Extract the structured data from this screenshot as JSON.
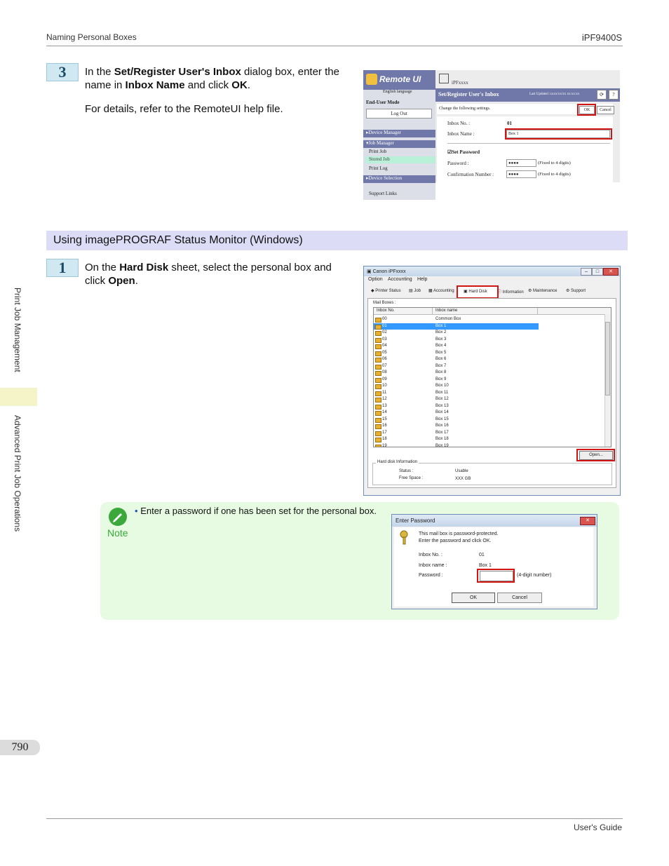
{
  "header": {
    "left": "Naming Personal Boxes",
    "right": "iPF9400S"
  },
  "footer": {
    "right": "User's Guide",
    "page_number": "790"
  },
  "side_tabs": {
    "top": "Print Job Management",
    "bottom": "Advanced Print Job Operations"
  },
  "step3": {
    "number": "3",
    "line1_pre": "In the ",
    "line1_bold": "Set/Register User's Inbox",
    "line1_post": " dialog box, enter the",
    "line2_pre": "name in ",
    "line2_bold": "Inbox Name",
    "line2_mid": " and click ",
    "line2_bold2": "OK",
    "line2_post": ".",
    "details": "For details, refer to the RemoteUI help file."
  },
  "remoteui": {
    "logo": "Remote UI",
    "printer": "iPFxxxx",
    "language": "English language",
    "mode": "End-User Mode",
    "logout": "Log Out",
    "nav": [
      "Device Manager",
      "Job Manager",
      "Print Job",
      "Stored Job",
      "Print Log",
      "Device Selection",
      "Support Links"
    ],
    "dialog_title": "Set/Register User's Inbox",
    "last_updated": "Last Updated :xxxx/xx/xx xx:xx:xx",
    "refresh": "⟳",
    "help": "?",
    "instruction": "Change the following settings.",
    "ok": "OK",
    "cancel": "Cancel",
    "inbox_no_label": "Inbox No. :",
    "inbox_no_value": "01",
    "inbox_name_label": "Inbox Name :",
    "inbox_name_value": "Box 1",
    "set_password": "Set Password",
    "password_label": "Password :",
    "password_value": "●●●●",
    "password_hint": "(Fixed to 4 digits)",
    "confirm_label": "Confirmation Number :",
    "confirm_value": "●●●●",
    "confirm_hint": "(Fixed to 4 digits)"
  },
  "section_title": "Using imagePROGRAF Status Monitor (Windows)",
  "step1": {
    "number": "1",
    "line1_pre": "On the ",
    "line1_bold": "Hard Disk",
    "line1_post": " sheet, select the personal box and",
    "line2_pre": "click ",
    "line2_bold": "Open",
    "line2_post": "."
  },
  "monitor": {
    "title": "Canon iPFxxxx",
    "menu": [
      "Option",
      "Accounting",
      "Help"
    ],
    "tabs": [
      "Printer Status",
      "Job",
      "Accounting",
      "Hard Disk",
      "Information",
      "Maintenance",
      "Support"
    ],
    "mailboxes_label": "Mail Boxes :",
    "columns": [
      "Inbox No.",
      "Inbox name"
    ],
    "rows": [
      [
        "00",
        "Common Box"
      ],
      [
        "01",
        "Box 1"
      ],
      [
        "02",
        "Box 2"
      ],
      [
        "03",
        "Box 3"
      ],
      [
        "04",
        "Box 4"
      ],
      [
        "05",
        "Box 5"
      ],
      [
        "06",
        "Box 6"
      ],
      [
        "07",
        "Box 7"
      ],
      [
        "08",
        "Box 8"
      ],
      [
        "09",
        "Box 9"
      ],
      [
        "10",
        "Box 10"
      ],
      [
        "11",
        "Box 11"
      ],
      [
        "12",
        "Box 12"
      ],
      [
        "13",
        "Box 13"
      ],
      [
        "14",
        "Box 14"
      ],
      [
        "15",
        "Box 15"
      ],
      [
        "16",
        "Box 16"
      ],
      [
        "17",
        "Box 17"
      ],
      [
        "18",
        "Box 18"
      ],
      [
        "19",
        "Box 19"
      ]
    ],
    "open_button": "Open...",
    "hd_info_label": "Hard disk Information",
    "status_label": "Status :",
    "status_value": "Usable",
    "free_label": "Free Space :",
    "free_value": "XXX GB"
  },
  "note": {
    "label": "Note",
    "text": "Enter a password if one has been set for the personal box."
  },
  "pwdialog": {
    "title": "Enter Password",
    "msg1": "This mail box is password-protected.",
    "msg2": "Enter the password and click OK.",
    "inbox_no_label": "Inbox No. :",
    "inbox_no_value": "01",
    "inbox_name_label": "Inbox name :",
    "inbox_name_value": "Box 1",
    "password_label": "Password :",
    "password_hint": "(4-digit number)",
    "ok": "OK",
    "cancel": "Cancel"
  }
}
